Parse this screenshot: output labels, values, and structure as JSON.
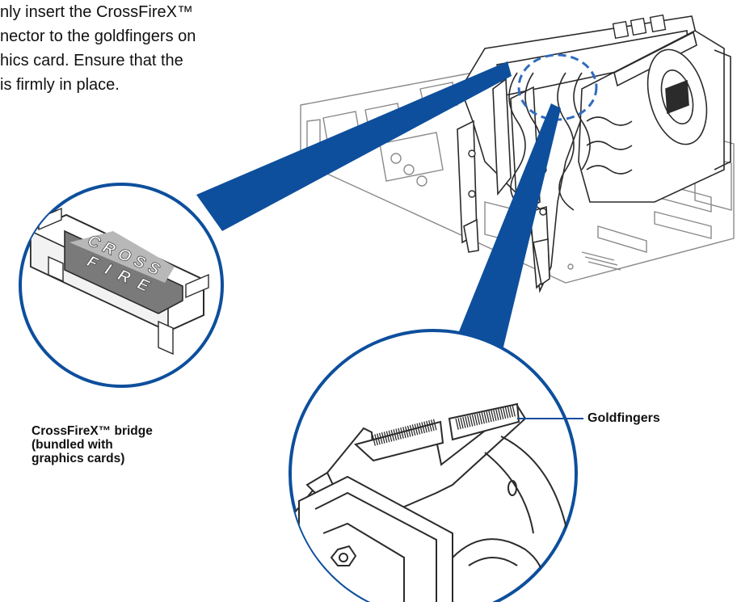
{
  "instructions": {
    "lines": [
      "nly insert the CrossFireX™",
      "nector to the goldfingers on",
      "hics card. Ensure that the",
      "is firmly in place."
    ]
  },
  "bridge_caption": {
    "lines": [
      "CrossFireX™ bridge",
      "(bundled with",
      "graphics cards)"
    ]
  },
  "bridge_logo": {
    "line1": "CROSS",
    "line2": "FIRE"
  },
  "callouts": {
    "goldfingers": "Goldfingers"
  },
  "colors": {
    "accent": "#0d4f9c",
    "line": "#2b2b2b",
    "dashed": "#2f6bbf"
  }
}
